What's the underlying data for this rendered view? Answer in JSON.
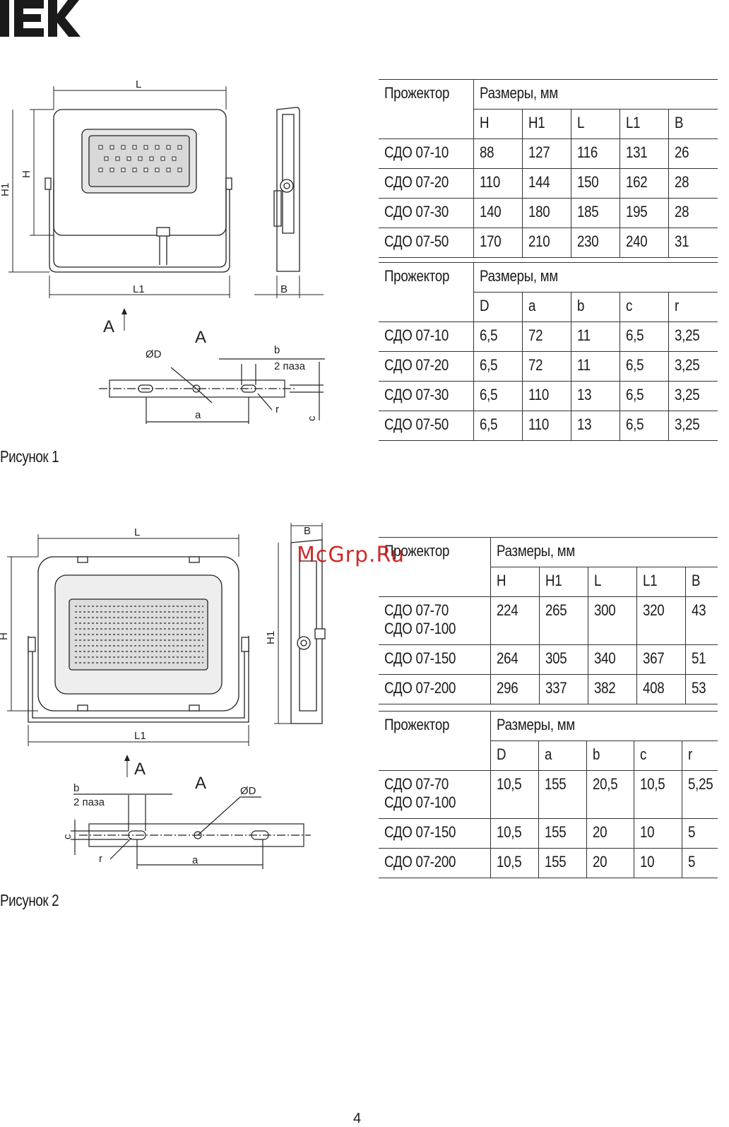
{
  "brand": {
    "logo_text": "IEK"
  },
  "page_number": "4",
  "watermark": "McGrp.Ru",
  "figure1": {
    "caption": "Рисунок 1",
    "labels": {
      "L": "L",
      "L1": "L1",
      "H": "H",
      "H1": "H1",
      "B": "B",
      "view_arrow": "A",
      "view_title": "A",
      "D": "ØD",
      "b": "b",
      "slots": "2 паза",
      "a": "a",
      "c": "c",
      "r": "r"
    }
  },
  "figure2": {
    "caption": "Рисунок 2",
    "labels": {
      "L": "L",
      "L1": "L1",
      "H": "H",
      "H1": "H1",
      "B": "B",
      "view_arrow": "A",
      "view_title": "A",
      "D": "ØD",
      "b": "b",
      "slots": "2 паза",
      "a": "a",
      "c": "c",
      "r": "r"
    }
  },
  "table1": {
    "col_name": "Прожектор",
    "col_group": "Размеры, мм",
    "headers": [
      "H",
      "H1",
      "L",
      "L1",
      "B"
    ],
    "rows": [
      {
        "name": "СДО 07-10",
        "values": [
          "88",
          "127",
          "116",
          "131",
          "26"
        ]
      },
      {
        "name": "СДО 07-20",
        "values": [
          "110",
          "144",
          "150",
          "162",
          "28"
        ]
      },
      {
        "name": "СДО 07-30",
        "values": [
          "140",
          "180",
          "185",
          "195",
          "28"
        ]
      },
      {
        "name": "СДО 07-50",
        "values": [
          "170",
          "210",
          "230",
          "240",
          "31"
        ]
      }
    ]
  },
  "table2": {
    "col_name": "Прожектор",
    "col_group": "Размеры, мм",
    "headers": [
      "D",
      "a",
      "b",
      "c",
      "r"
    ],
    "rows": [
      {
        "name": "СДО 07-10",
        "values": [
          "6,5",
          "72",
          "11",
          "6,5",
          "3,25"
        ]
      },
      {
        "name": "СДО 07-20",
        "values": [
          "6,5",
          "72",
          "11",
          "6,5",
          "3,25"
        ]
      },
      {
        "name": "СДО 07-30",
        "values": [
          "6,5",
          "110",
          "13",
          "6,5",
          "3,25"
        ]
      },
      {
        "name": "СДО 07-50",
        "values": [
          "6,5",
          "110",
          "13",
          "6,5",
          "3,25"
        ]
      }
    ]
  },
  "table3": {
    "col_name": "Прожектор",
    "col_group": "Размеры, мм",
    "headers": [
      "H",
      "H1",
      "L",
      "L1",
      "B"
    ],
    "rows": [
      {
        "name": "СДО 07-70 СДО 07-100",
        "values": [
          "224",
          "265",
          "300",
          "320",
          "43"
        ]
      },
      {
        "name": "СДО 07-150",
        "values": [
          "264",
          "305",
          "340",
          "367",
          "51"
        ]
      },
      {
        "name": "СДО 07-200",
        "values": [
          "296",
          "337",
          "382",
          "408",
          "53"
        ]
      }
    ]
  },
  "table4": {
    "col_name": "Прожектор",
    "col_group": "Размеры, мм",
    "headers": [
      "D",
      "a",
      "b",
      "c",
      "r"
    ],
    "rows": [
      {
        "name": "СДО 07-70 СДО 07-100",
        "values": [
          "10,5",
          "155",
          "20,5",
          "10,5",
          "5,25"
        ]
      },
      {
        "name": "СДО 07-150",
        "values": [
          "10,5",
          "155",
          "20",
          "10",
          "5"
        ]
      },
      {
        "name": "СДО 07-200",
        "values": [
          "10,5",
          "155",
          "20",
          "10",
          "5"
        ]
      }
    ]
  }
}
